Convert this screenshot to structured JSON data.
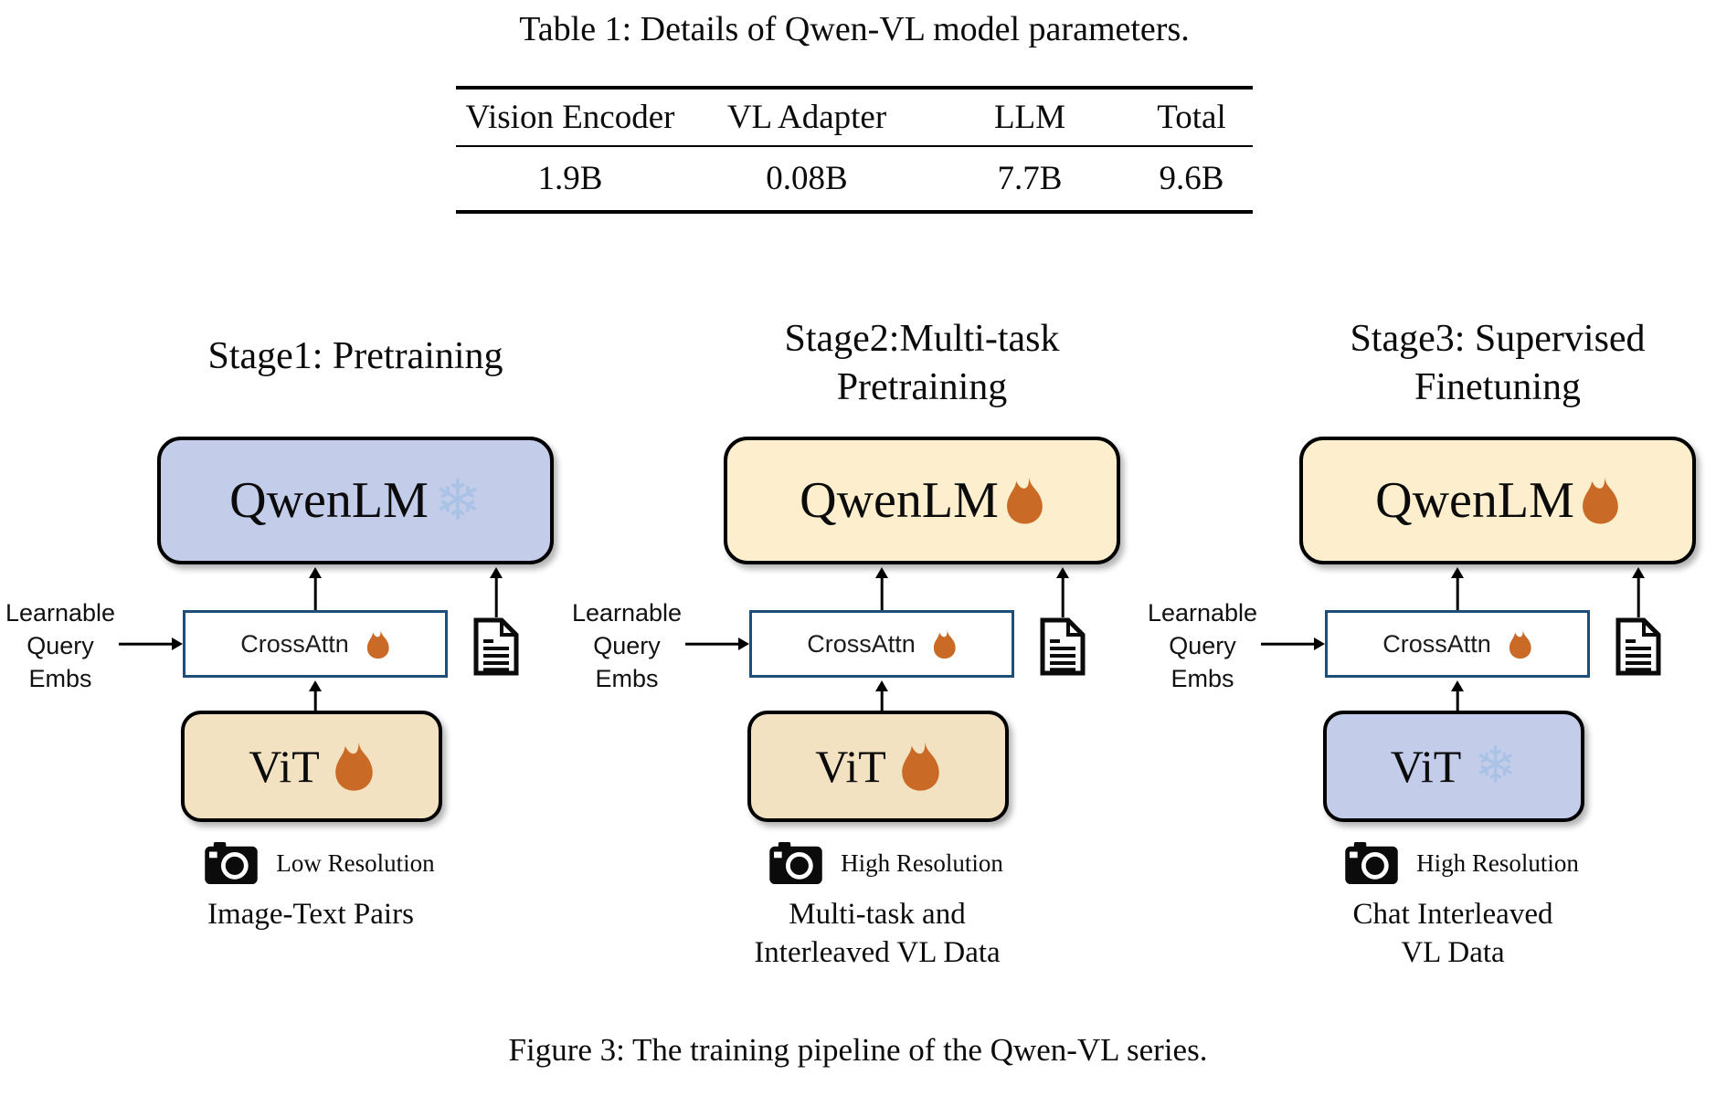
{
  "table": {
    "title": "Table 1: Details of Qwen-VL model parameters.",
    "headers": [
      "Vision Encoder",
      "VL Adapter",
      "LLM",
      "Total"
    ],
    "values": [
      "1.9B",
      "0.08B",
      "7.7B",
      "9.6B"
    ]
  },
  "figure": {
    "caption": "Figure 3: The training pipeline of the Qwen-VL series.",
    "colors": {
      "frozen_box_fill": "#c3cdea",
      "trained_llm_fill": "#fdefcd",
      "trained_vit_fill": "#f2e2c2",
      "adapter_border": "#1f4e79",
      "fire": "#c96a26",
      "snowflake": "#a9c2e6"
    },
    "stages": [
      {
        "title_lines": [
          "Stage1: Pretraining"
        ],
        "llm_label": "QwenLM",
        "llm_icon": "snowflake",
        "adapter_label": "CrossAttn",
        "adapter_icon": "fire",
        "query_lines": [
          "Learnable",
          "Query",
          "Embs"
        ],
        "vit_label": "ViT",
        "vit_icon": "fire",
        "resolution_label": "Low Resolution",
        "data_lines": [
          "Image-Text Pairs"
        ]
      },
      {
        "title_lines": [
          "Stage2:Multi-task",
          "Pretraining"
        ],
        "llm_label": "QwenLM",
        "llm_icon": "fire",
        "adapter_label": "CrossAttn",
        "adapter_icon": "fire",
        "query_lines": [
          "Learnable",
          "Query",
          "Embs"
        ],
        "vit_label": "ViT",
        "vit_icon": "fire",
        "resolution_label": "High Resolution",
        "data_lines": [
          "Multi-task and",
          "Interleaved VL Data"
        ]
      },
      {
        "title_lines": [
          "Stage3: Supervised",
          "Finetuning"
        ],
        "llm_label": "QwenLM",
        "llm_icon": "fire",
        "adapter_label": "CrossAttn",
        "adapter_icon": "fire",
        "query_lines": [
          "Learnable",
          "Query",
          "Embs"
        ],
        "vit_label": "ViT",
        "vit_icon": "snowflake",
        "resolution_label": "High Resolution",
        "data_lines": [
          "Chat Interleaved",
          "VL Data"
        ]
      }
    ]
  }
}
